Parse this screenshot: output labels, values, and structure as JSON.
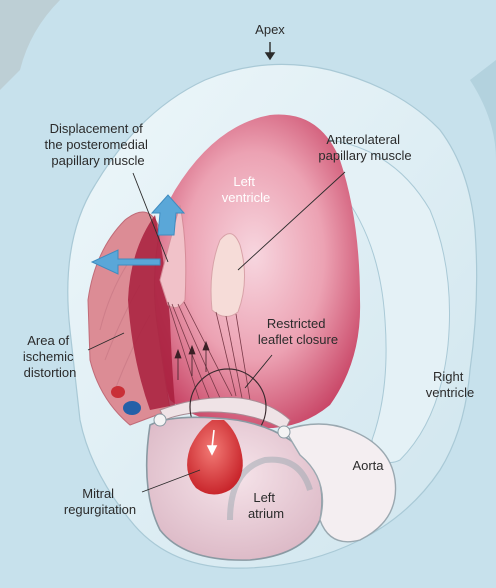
{
  "labels": {
    "apex": "Apex",
    "displacement_l1": "Displacement of",
    "displacement_l2": "the posteromedial",
    "displacement_l3": "papillary muscle",
    "anterolateral_l1": "Anterolateral",
    "anterolateral_l2": "papillary muscle",
    "left_ventricle_l1": "Left",
    "left_ventricle_l2": "ventricle",
    "restricted_l1": "Restricted",
    "restricted_l2": "leaflet closure",
    "ischemic_l1": "Area of",
    "ischemic_l2": "ischemic",
    "ischemic_l3": "distortion",
    "right_ventricle_l1": "Right",
    "right_ventricle_l2": "ventricle",
    "aorta": "Aorta",
    "left_atrium_l1": "Left",
    "left_atrium_l2": "atrium",
    "mitral_l1": "Mitral",
    "mitral_l2": "regurgitation"
  },
  "colors": {
    "background": "#c7e1ec",
    "heart_wall": "#dfeff5",
    "ventricle_cavity": "#e58aa0",
    "ischemic_wall": "#d9808a",
    "displacement_arrow": "#5aa7d8",
    "regurgitant_jet": "#d8353b"
  },
  "icons": {
    "apex_arrow": "down-arrow-icon",
    "displacement_arrows": "outward-arrow-icon"
  }
}
